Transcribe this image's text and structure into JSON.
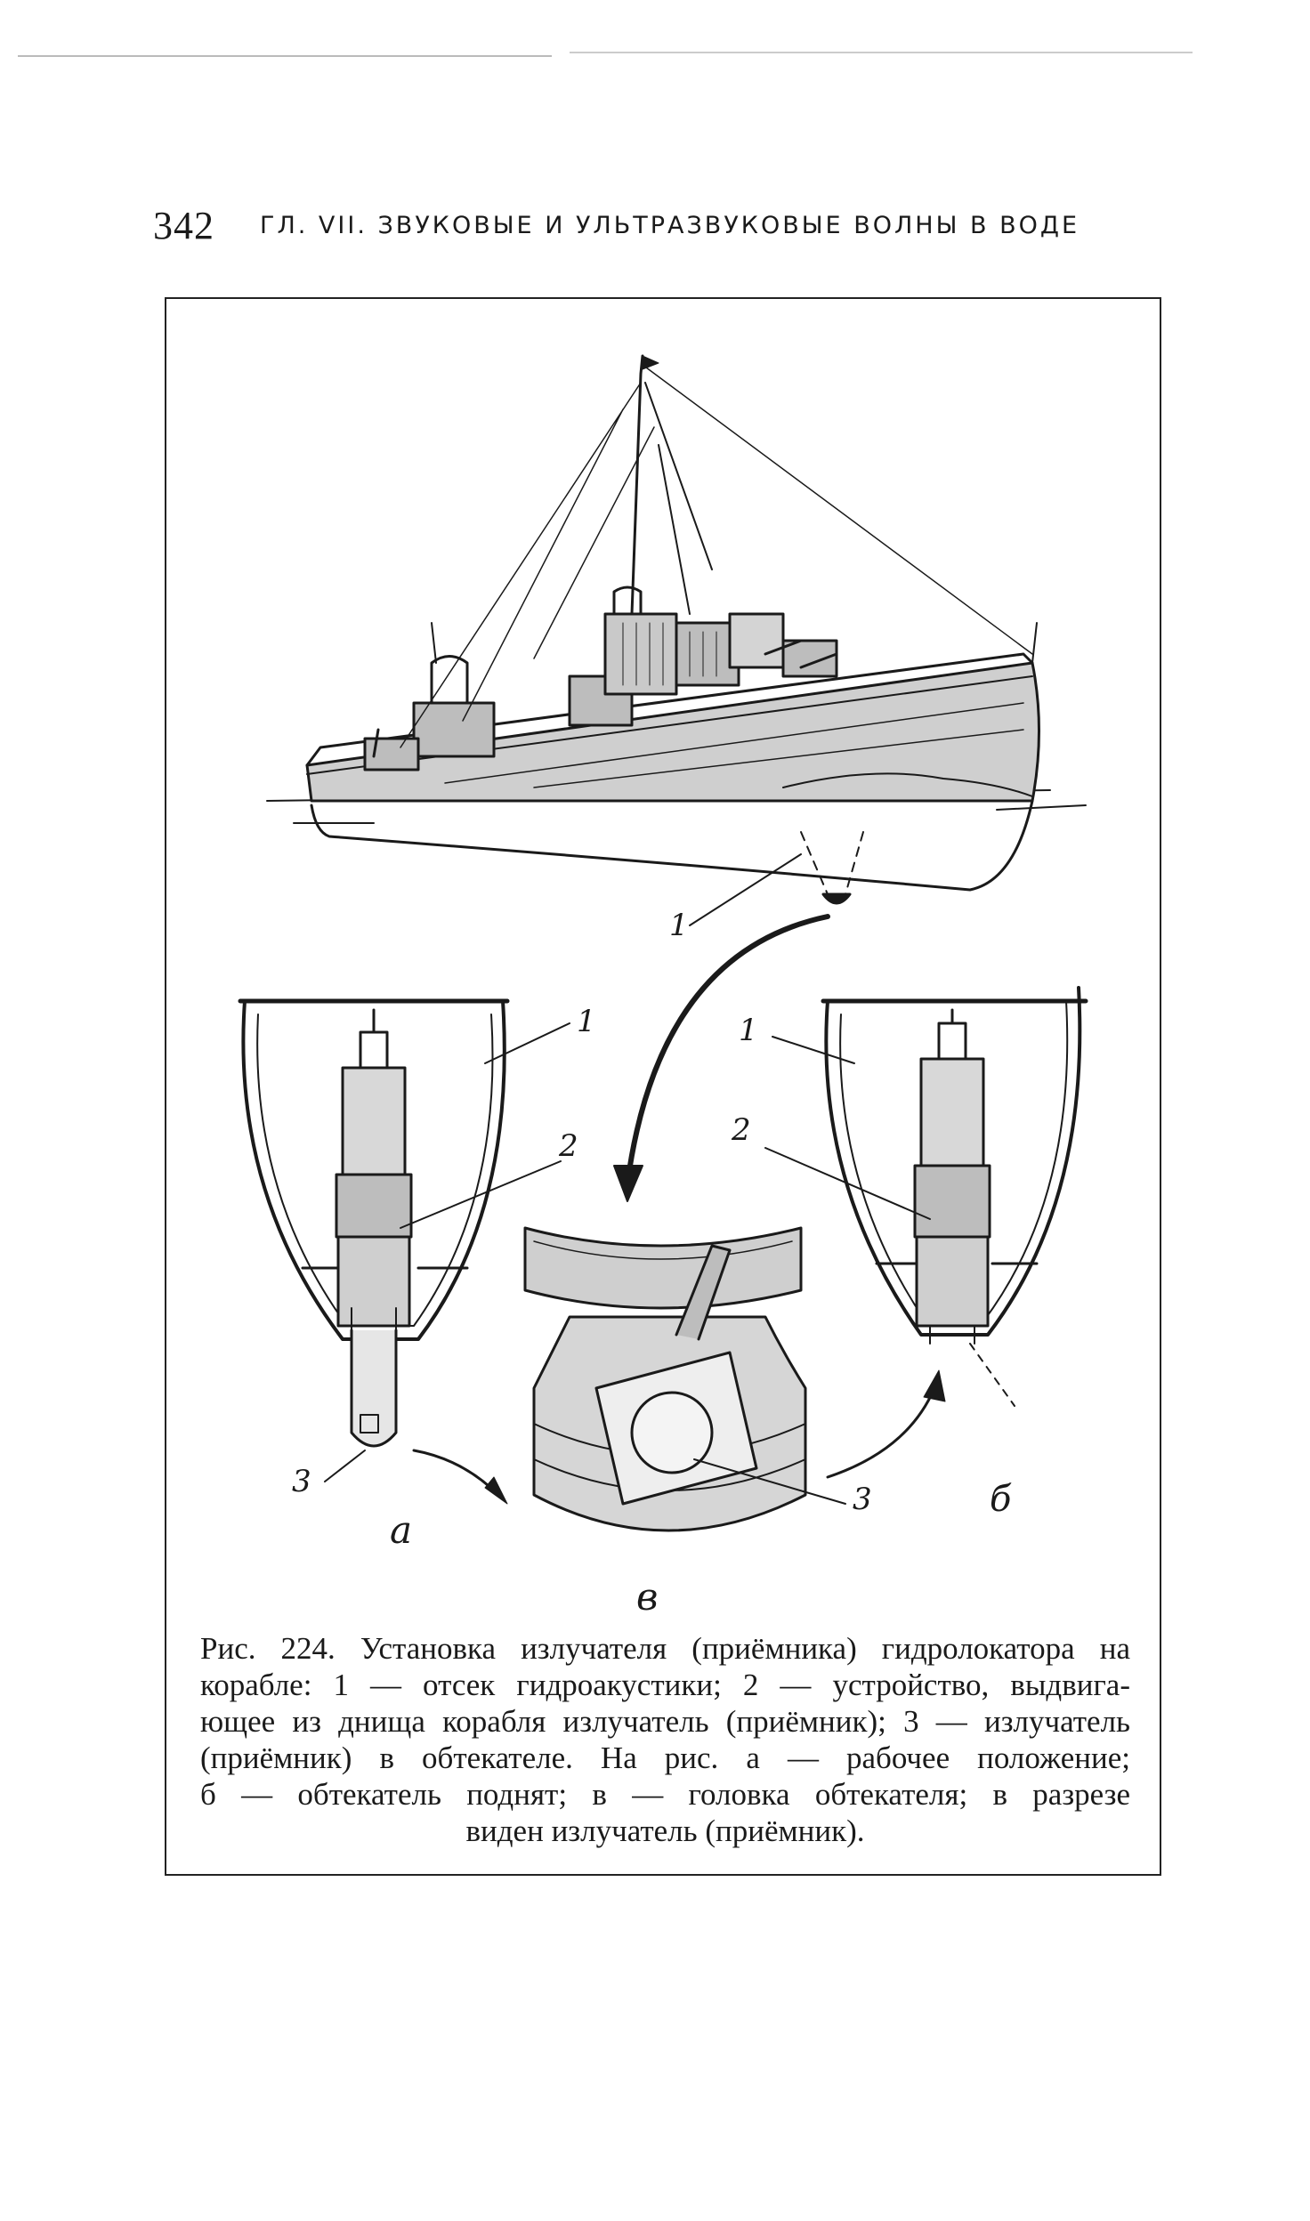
{
  "header": {
    "page_number": "342",
    "running_title": "ГЛ. VII. ЗВУКОВЫЕ И УЛЬТРАЗВУКОВЫЕ ВОЛНЫ В ВОДЕ"
  },
  "figure": {
    "labels": {
      "ship_compartment": "1",
      "left_compartment": "1",
      "left_device": "2",
      "left_emitter": "3",
      "left_panel": "а",
      "right_compartment": "1",
      "right_device": "2",
      "right_panel": "б",
      "center_emitter": "3",
      "center_panel": "в"
    }
  },
  "caption": {
    "lines": [
      "Рис. 224. Установка излучателя (приёмника) гидролокатора на",
      "корабле: 1 — отсек гидроакустики; 2 — устройство, выдвига-",
      "ющее из днища корабля излучатель (приёмник); 3 — излучатель",
      "(приёмник) в обтекателе. На рис. а — рабочее положение;",
      "б — обтекатель поднят; в — головка обтекателя; в разрезе",
      "виден излучатель (приёмник)."
    ]
  }
}
